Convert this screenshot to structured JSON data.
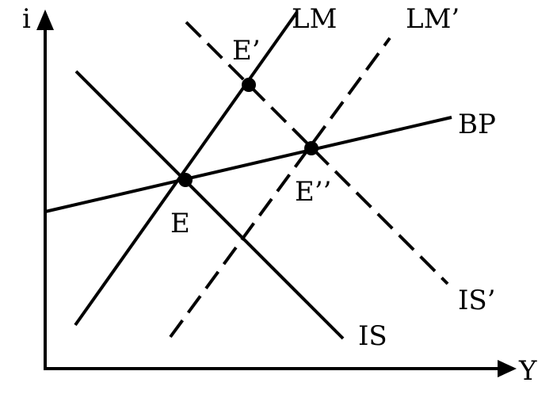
{
  "axes": {
    "y_label": "i",
    "x_label": "Y"
  },
  "curves": {
    "lm": "LM",
    "lm_prime": "LM’",
    "bp": "BP",
    "is": "IS",
    "is_prime": "IS’"
  },
  "points": {
    "e": "E",
    "e_prime": "E’",
    "e_double_prime": "E’’"
  }
}
